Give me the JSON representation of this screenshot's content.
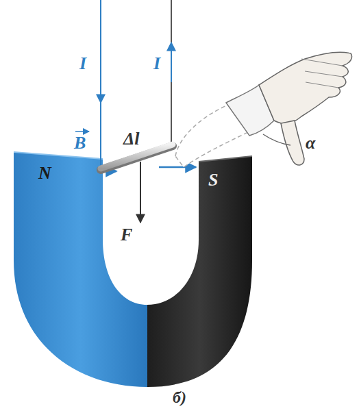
{
  "diagram": {
    "caption": "б)",
    "labels": [
      "I",
      "I",
      "B",
      "Δl",
      "α",
      "N",
      "S",
      "F"
    ]
  }
}
